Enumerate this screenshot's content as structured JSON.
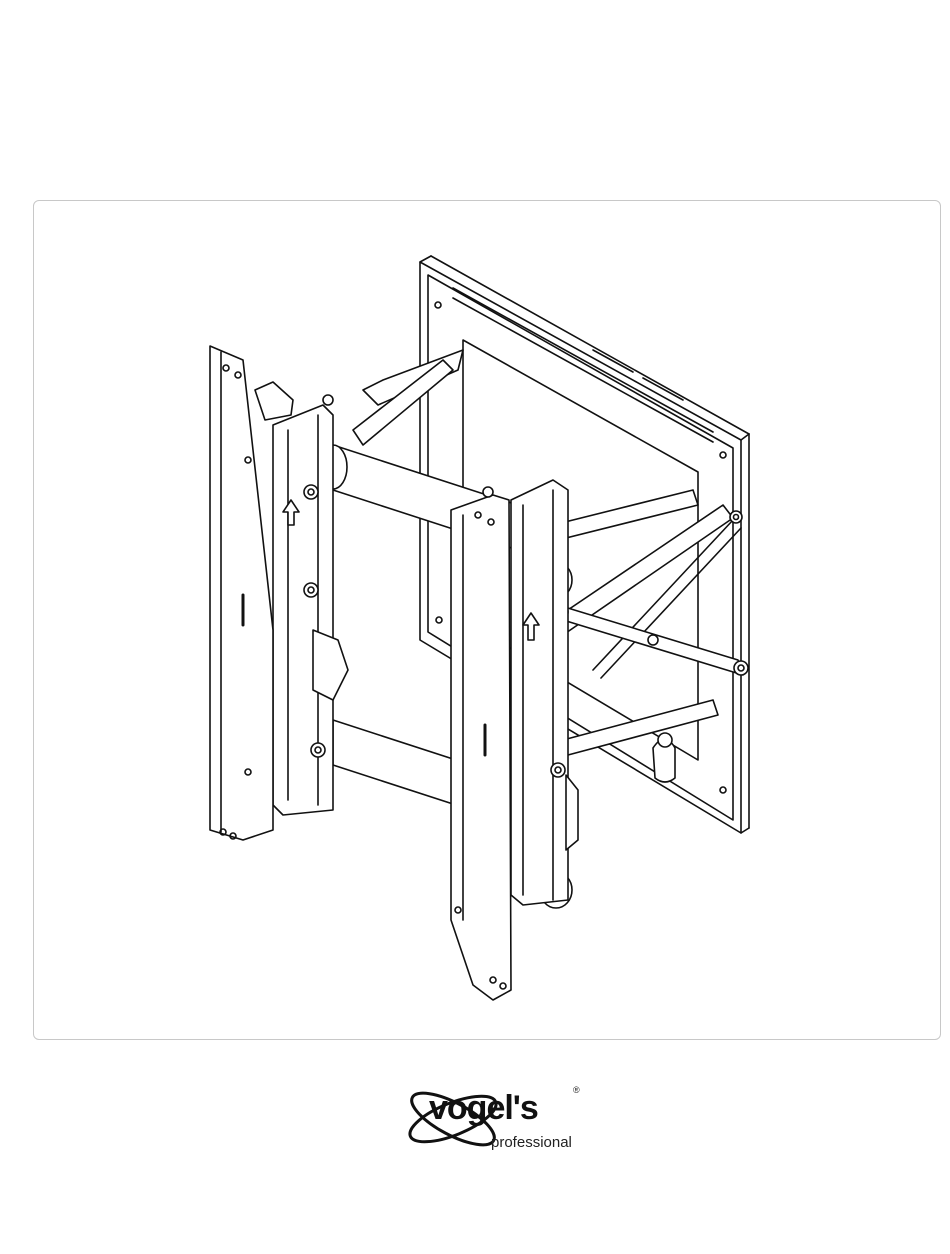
{
  "brand": {
    "name": "vogel's",
    "tagline": "professional",
    "registered_mark": "®"
  },
  "product_image": {
    "icon": "wall-mount-bracket-illustration"
  },
  "colors": {
    "line": "#111111",
    "frame_border": "#c8c8c8",
    "background": "#ffffff"
  }
}
